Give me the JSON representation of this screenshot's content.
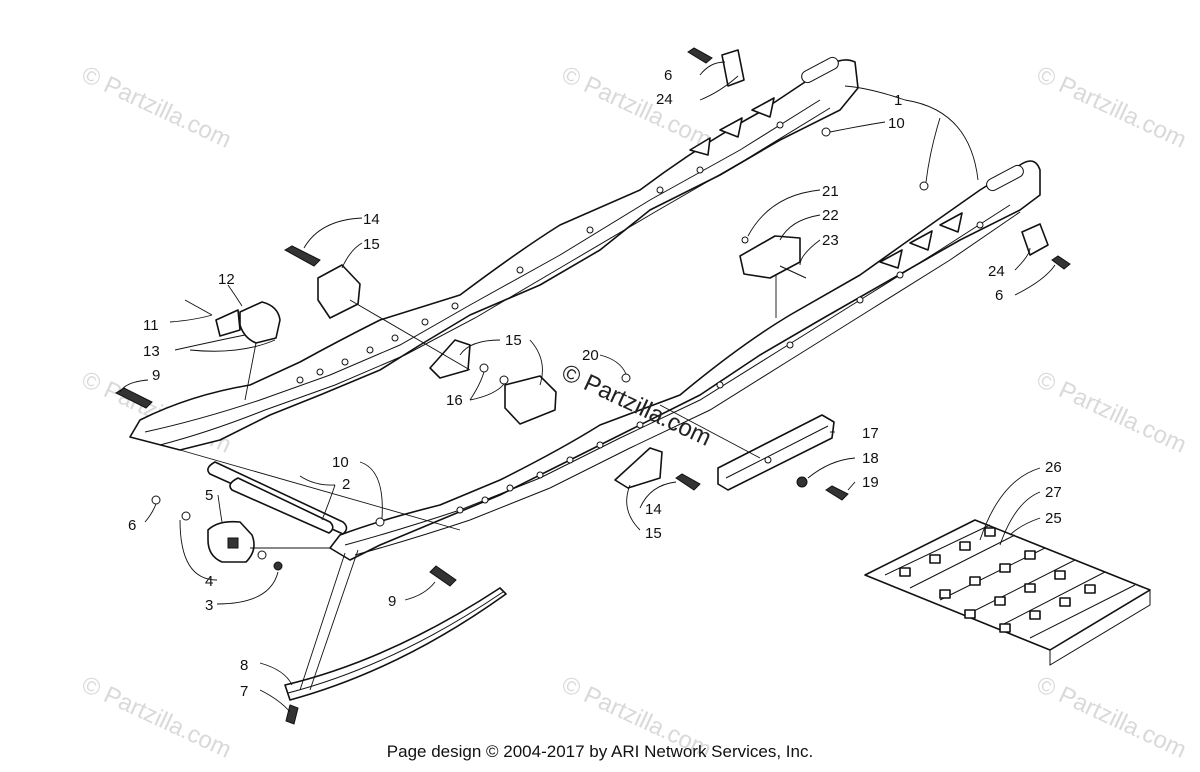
{
  "watermarks": {
    "site": "© Partzilla.com",
    "center": "© Partzilla.com"
  },
  "callouts": {
    "c1": "1",
    "c2": "2",
    "c3": "3",
    "c4": "4",
    "c5": "5",
    "c6a": "6",
    "c6b": "6",
    "c6c": "6",
    "c7": "7",
    "c8": "8",
    "c9a": "9",
    "c9b": "9",
    "c10a": "10",
    "c10b": "10",
    "c11": "11",
    "c12": "12",
    "c13": "13",
    "c14a": "14",
    "c14b": "14",
    "c15a": "15",
    "c15b": "15",
    "c15c": "15",
    "c16": "16",
    "c17": "17",
    "c18": "18",
    "c19": "19",
    "c20": "20",
    "c21": "21",
    "c22": "22",
    "c23": "23",
    "c24a": "24",
    "c24b": "24",
    "c25": "25",
    "c26": "26",
    "c27": "27"
  },
  "footer": "Page design © 2004-2017 by ARI Network Services, Inc."
}
